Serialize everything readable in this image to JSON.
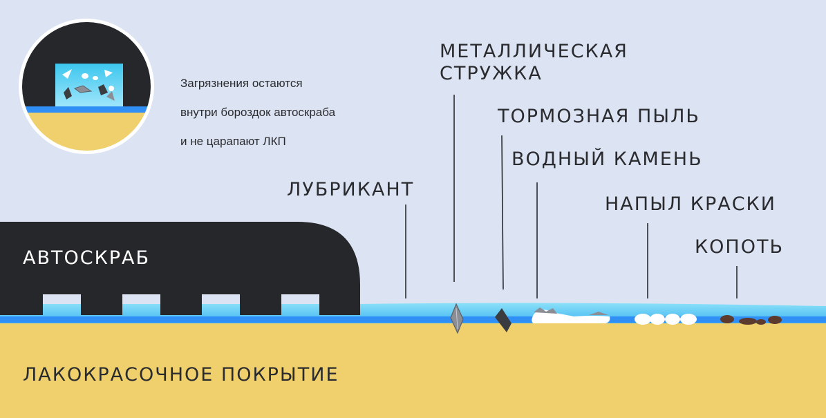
{
  "inset_note": {
    "lines": [
      "Загрязнения остаются",
      "внутри бороздок автоскраба",
      "и не царапают ЛКП"
    ]
  },
  "labels": {
    "autoscrub": "АВТОСКРАБ",
    "paint_coating": "ЛАКОКРАСОЧНОЕ ПОКРЫТИЕ",
    "lubricant": "ЛУБРИКАНТ",
    "metal_shavings_line1": "МЕТАЛЛИЧЕСКАЯ",
    "metal_shavings_line2": "СТРУЖКА",
    "brake_dust": "ТОРМОЗНАЯ ПЫЛЬ",
    "water_stone": "ВОДНЫЙ КАМЕНЬ",
    "paint_overspray": "НАПЫЛ КРАСКИ",
    "soot": "КОПОТЬ"
  },
  "colors": {
    "background": "#dce3f3",
    "paint_layer": "#f0d06c",
    "scrub_body": "#25272a",
    "lubricant": "#6fd2f4",
    "lubricant_deep": "#2f8ff5",
    "text": "#2a2b2e"
  }
}
